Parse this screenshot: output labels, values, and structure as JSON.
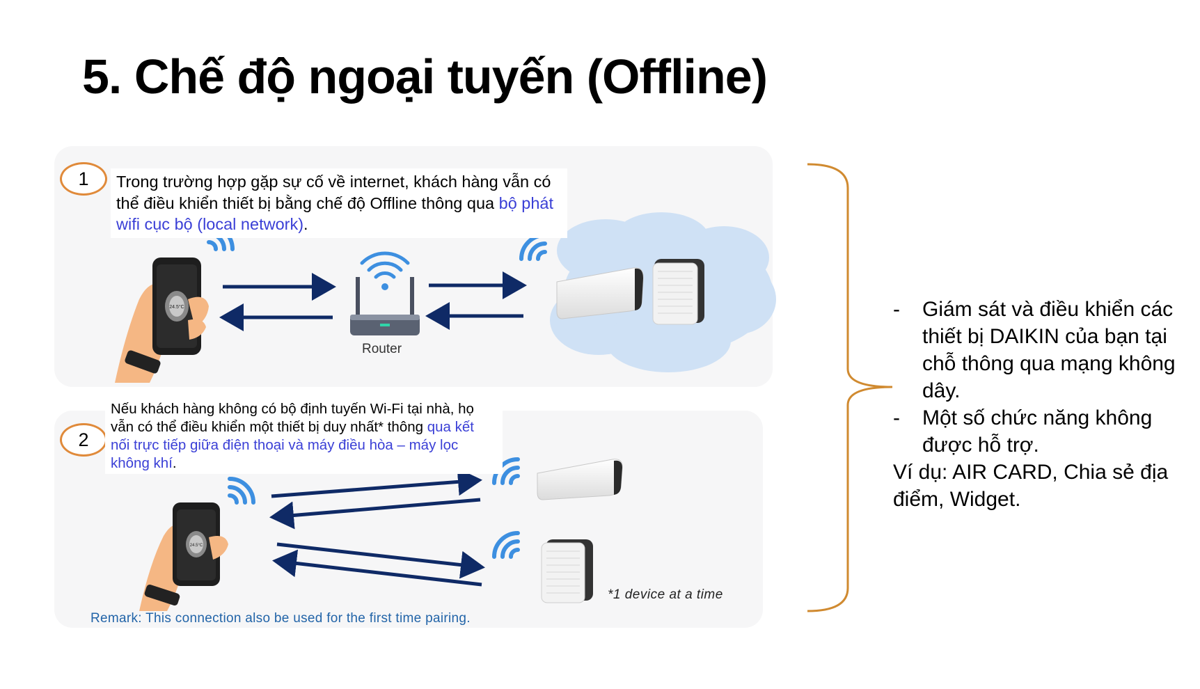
{
  "title": "5. Chế độ ngoại tuyến (Offline)",
  "section1": {
    "badge": "1",
    "text_plain": "Trong trường hợp gặp sự cố về internet, khách hàng vẫn có thể điều khiển thiết bị bằng chế độ Offline thông qua ",
    "text_link": "bộ phát wifi cục bộ (local network)",
    "text_end": ".",
    "router_label": "Router"
  },
  "section2": {
    "badge": "2",
    "text_plain": "Nếu khách hàng không có bộ định tuyến Wi-Fi tại nhà, họ vẫn có thể điều khiển một thiết bị duy nhất* thông ",
    "text_link": "qua kết nối trực tiếp giữa điện thoại và máy điều hòa – máy lọc không khí",
    "text_end": ".",
    "note": "*1 device at a time",
    "remark": "Remark: This connection also be used for the first time pairing."
  },
  "right": {
    "bullets": [
      "Giám sát và điều khiển các thiết bị DAIKIN của bạn tại chỗ thông qua mạng không dây.",
      "Một số chức năng không được hỗ trợ."
    ],
    "example": "Ví dụ: AIR CARD, Chia sẻ địa điểm, Widget."
  },
  "colors": {
    "badge_border": "#e08a3a",
    "bracket": "#d08a30",
    "arrow": "#0f2a66",
    "wifi": "#3d8fe0",
    "link_text": "#3a3fd6",
    "remark_text": "#2264a8",
    "panel_bg": "#f6f6f7",
    "cloud": "#cfe1f5"
  },
  "phone_screens": {
    "phone1_temp": "24.5°C",
    "phone2_temp": "24.5°C"
  }
}
